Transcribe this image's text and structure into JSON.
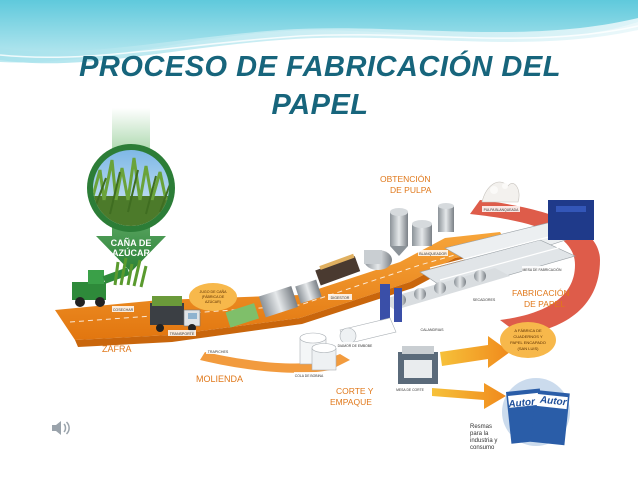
{
  "title": {
    "line1": "PROCESO DE FABRICACIÓN DEL",
    "line2": "PAPEL"
  },
  "diagram": {
    "cane_label_1": "CAÑA DE",
    "cane_label_2": "AZÚCAR",
    "stages": {
      "zafra": "ZAFRA",
      "molienda": "MOLIENDA",
      "obtencion_1": "OBTENCIÓN",
      "obtencion_2": "DE PULPA",
      "fabricacion_1": "FABRICACIÓN",
      "fabricacion_2": "DE PAPEL",
      "corte_1": "CORTE Y",
      "corte_2": "EMPAQUE"
    },
    "small_tags": {
      "cosechar": "COSECHAR",
      "transporte": "TRANSPORTE",
      "trapiches": "TRAPICHES",
      "digestor": "DIGESTOR",
      "blanqueador": "BLANQUEADOR",
      "pulpa_blanqueada": "PULPA BLANQUEADA",
      "mesa_fabricacion": "MESA DE FABRICACIÓN",
      "secadores": "SECADORES",
      "calandrias": "CALANDRIAS",
      "bobina": "DIAMOR DE EMBOBE",
      "cola_bobina": "COLA DE BOBINA",
      "mesa_corte": "MESA DE CORTE"
    },
    "juice_bubble": [
      "JUGO DE CAÑA",
      "(FÁBRICA DE",
      "AZÚCAR)"
    ],
    "fabrica_bubble": [
      "A FÁBRICA DE",
      "CUADERNOS Y",
      "PAPEL ENCAPADO",
      "(SAN LUIS)"
    ],
    "resmas": [
      "Resmas",
      "para la",
      "industria y",
      "consumo"
    ],
    "brand": "Autor"
  },
  "colors": {
    "title": "#17657c",
    "path": "#f08a1c",
    "path_dark": "#c9660c",
    "arrow_green": "#2f8a3a",
    "stage_text": "#e0781a",
    "red_band": "#d8402a"
  },
  "icons": {
    "speaker": "speaker-icon"
  }
}
